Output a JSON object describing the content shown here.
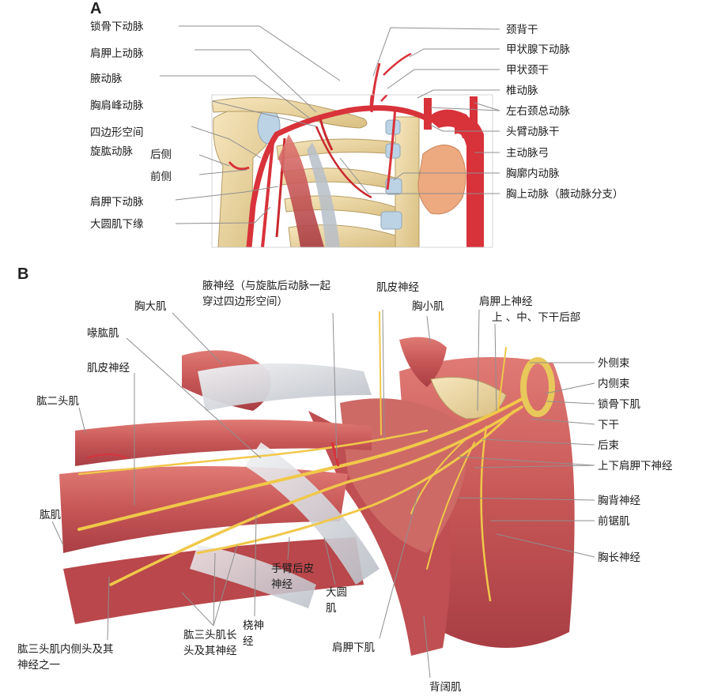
{
  "panel_a": {
    "letter": "A",
    "labels": {
      "subclavian_artery": "锁骨下动脉",
      "suprascapular_artery": "肩胛上动脉",
      "axillary_artery": "腋动脉",
      "thoracoacromial_artery": "胸肩峰动脉",
      "quadrangular_space": "四边形空间",
      "circumflex_humeral_artery": "旋肱动脉",
      "posterior": "后侧",
      "anterior": "前侧",
      "subscapular_artery": "肩胛下动脉",
      "teres_major_lower_border": "大圆肌下缘",
      "cervicodorsal_trunk": "颈背干",
      "inferior_thyroid_artery": "甲状腺下动脉",
      "thyrocervical_trunk": "甲状颈干",
      "vertebral_artery": "椎动脉",
      "common_carotid_arteries": "左右颈总动脉",
      "brachiocephalic_trunk": "头臂动脉干",
      "aortic_arch": "主动脉弓",
      "internal_thoracic_artery": "胸廓内动脉",
      "superior_thoracic_artery": "胸上动脉（腋动脉分支）"
    }
  },
  "panel_b": {
    "letter": "B",
    "labels": {
      "axillary_nerve_line1": "腋神经（与旋肱后动脉一起",
      "axillary_nerve_line2": "穿过四边形空间）",
      "musculocutaneous_nerve_top": "肌皮神经",
      "pectoralis_minor": "胸小肌",
      "pectoralis_major": "胸大肌",
      "coracobrachialis": "喙肱肌",
      "musculocutaneous_nerve_left": "肌皮神经",
      "biceps": "肱二头肌",
      "brachialis": "肱肌",
      "triceps_medial_head_line1": "肱三头肌内侧头及其",
      "triceps_medial_head_line2": "神经之一",
      "triceps_long_head_line1": "肱三头肌长",
      "triceps_long_head_line2": "头及其神经",
      "radial_nerve_line1": "桡神",
      "radial_nerve_line2": "经",
      "posterior_cutaneous_line1": "手臂后皮",
      "posterior_cutaneous_line2": "神经",
      "teres_major_line1": "大圆",
      "teres_major_line2": "肌",
      "subscapularis": "肩胛下肌",
      "latissimus_dorsi": "背阔肌",
      "suprascapular_nerve": "肩胛上神经",
      "trunks_posterior_divisions": "上 、中、下干后部",
      "lateral_cord": "外侧束",
      "medial_cord": "内侧束",
      "subclavius": "锁骨下肌",
      "lower_trunk": "下干",
      "posterior_cord": "后束",
      "subscapular_nerves": "上下肩胛下神经",
      "thoracodorsal_nerve": "胸背神经",
      "serratus_anterior": "前锯肌",
      "long_thoracic_nerve": "胸长神经"
    }
  },
  "colors": {
    "artery_red": "#d8323a",
    "muscle_red": "#c65656",
    "bone": "#ecd7a4",
    "tendon": "#d7dbe0",
    "nerve_yellow": "#f0c84a",
    "cartilage_blue": "#bcd3e6",
    "heart_orange": "#eda980",
    "leader_gray": "#8f8f8f"
  }
}
